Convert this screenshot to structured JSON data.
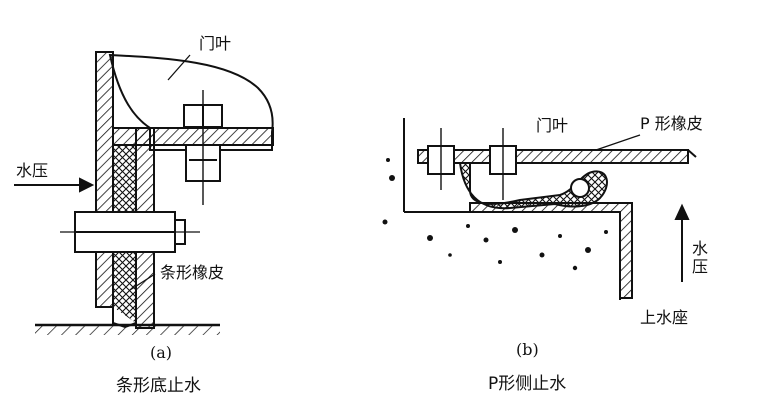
{
  "figure_a": {
    "label": "(a)",
    "caption": "条形底止水",
    "labels": {
      "door_leaf": "门叶",
      "water_pressure": "水压",
      "strip_rubber": "条形橡皮"
    }
  },
  "figure_b": {
    "label": "(b)",
    "caption": "P形侧止水",
    "labels": {
      "door_leaf": "门叶",
      "p_rubber": "P 形橡皮",
      "water_pressure": "水压",
      "upper_seat": "上水座"
    }
  }
}
